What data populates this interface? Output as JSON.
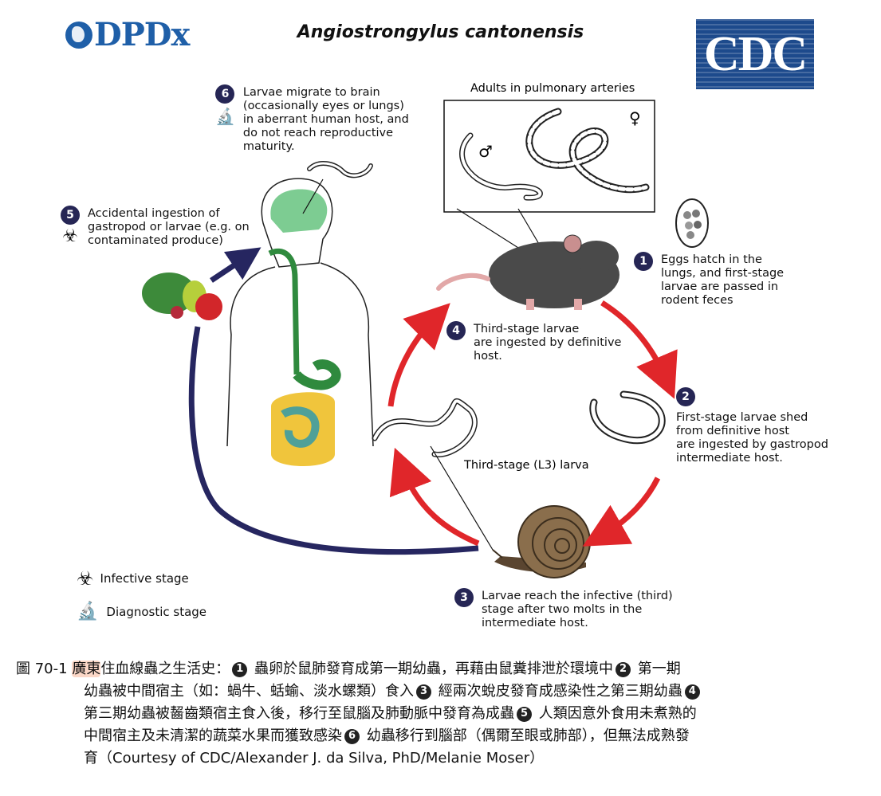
{
  "header": {
    "logo_left": "DPDx",
    "title": "Angiostrongylus cantonensis",
    "logo_right": "CDC"
  },
  "steps": {
    "s1": {
      "num": "1",
      "text": "Eggs hatch in the\nlungs, and first-stage\nlarvae are passed in\nrodent feces"
    },
    "s2": {
      "num": "2",
      "text": "First-stage larvae shed\nfrom definitive host\nare ingested by gastropod\nintermediate host."
    },
    "s3": {
      "num": "3",
      "text": "Larvae reach the infective (third)\nstage after two molts in the\nintermediate host."
    },
    "s4": {
      "num": "4",
      "text": "Third-stage larvae\nare ingested by definitive\nhost."
    },
    "s5": {
      "num": "5",
      "text": "Accidental ingestion of\ngastropod or larvae (e.g. on\ncontaminated produce)"
    },
    "s6": {
      "num": "6",
      "text": "Larvae migrate to brain\n(occasionally eyes or lungs)\nin aberrant human host, and\ndo not reach reproductive\nmaturity."
    }
  },
  "labels": {
    "adults": "Adults in pulmonary arteries",
    "male": "♂",
    "female": "♀",
    "l3": "Third-stage (L3) larva"
  },
  "legend": {
    "infective": "Infective stage",
    "diagnostic": "Diagnostic stage"
  },
  "caption": {
    "fig": "圖 70-1",
    "hl": "廣東",
    "p1": "住血線蟲之生活史：",
    "n1": "1",
    "t1": " 蟲卵於鼠肺發育成第一期幼蟲，再藉由鼠糞排泄於環境中",
    "n2": "2",
    "t2": " 第一期",
    "l2": "幼蟲被中間宿主（如：蝸牛、蛞蝓、淡水螺類）食入",
    "n3": "3",
    "t3": " 經兩次蛻皮發育成感染性之第三期幼蟲",
    "n4": "4",
    "l3": "第三期幼蟲被齧齒類宿主食入後，移行至鼠腦及肺動脈中發育為成蟲",
    "n5": "5",
    "t5": " 人類因意外食用未煮熟的",
    "l4": "中間宿主及未清潔的蔬菜水果而獲致感染",
    "n6": "6",
    "t6": " 幼蟲移行到腦部（偶爾至眼或肺部），但無法成熟發",
    "l5": "育（Courtesy of CDC/Alexander J. da Silva, PhD/Melanie Moser）"
  }
}
